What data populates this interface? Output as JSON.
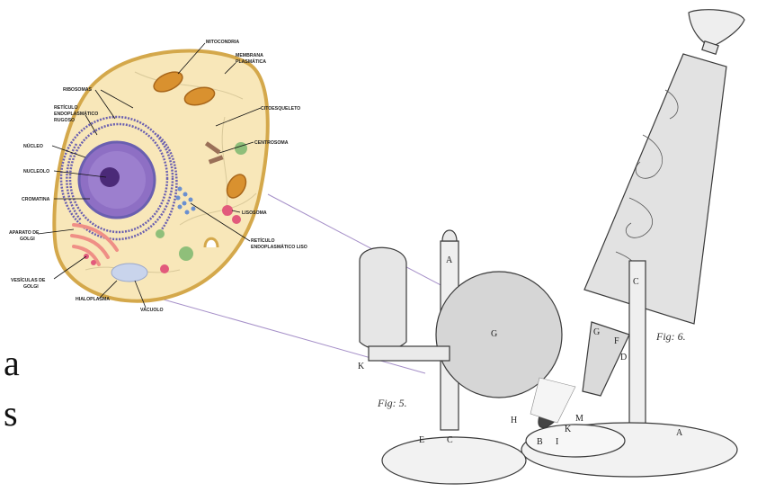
{
  "cell": {
    "labels": {
      "mitocondria": "MITOCONDRIA",
      "membrana_1": "MEMBRANA",
      "membrana_2": "PLASMÁTICA",
      "ribosomas": "RIBOSOMAS",
      "reticulo_r_1": "RETÍCULO",
      "reticulo_r_2": "ENDOPLASMÁTICO",
      "reticulo_r_3": "RUGOSO",
      "citoesqueleto": "CITOESQUELETO",
      "centrosoma": "CENTROSOMA",
      "nucleo": "NÚCLEO",
      "nucleolo": "NUCLEOLO",
      "cromatina": "CROMATINA",
      "lisosoma": "LISOSOMA",
      "aparato_1": "APARATO DE",
      "aparato_2": "GOLGI",
      "reticulo_l_1": "RETÍCULO",
      "reticulo_l_2": "ENDOPLASMÁTICO LISO",
      "vesiculas_1": "VESÍCULAS DE",
      "vesiculas_2": "GOLGI",
      "hialoplasma": "HIALOPLASMA",
      "vacuolo": "VACUOLO"
    }
  },
  "engraving": {
    "fig5": "Fig: 5.",
    "fig6": "Fig: 6.",
    "letters": [
      "A",
      "B",
      "C",
      "D",
      "E",
      "F",
      "G",
      "H",
      "I",
      "K",
      "M"
    ]
  },
  "left_text": {
    "line1": "a",
    "line2": "s"
  },
  "colors": {
    "cytoplasm": "#f8e7b9",
    "membrane": "#d4a84b",
    "nucleus": "#8e6fc4",
    "nucleolus": "#4b2a78",
    "er": "#6a5fb0",
    "mito": "#d9912f",
    "golgi": "#ef8f86",
    "lysosome": "#e25a7c",
    "vacuole": "#c9d4ec",
    "green": "#8fbf7a",
    "ink": "#3a3a3a",
    "connector": "#a58fc8"
  }
}
